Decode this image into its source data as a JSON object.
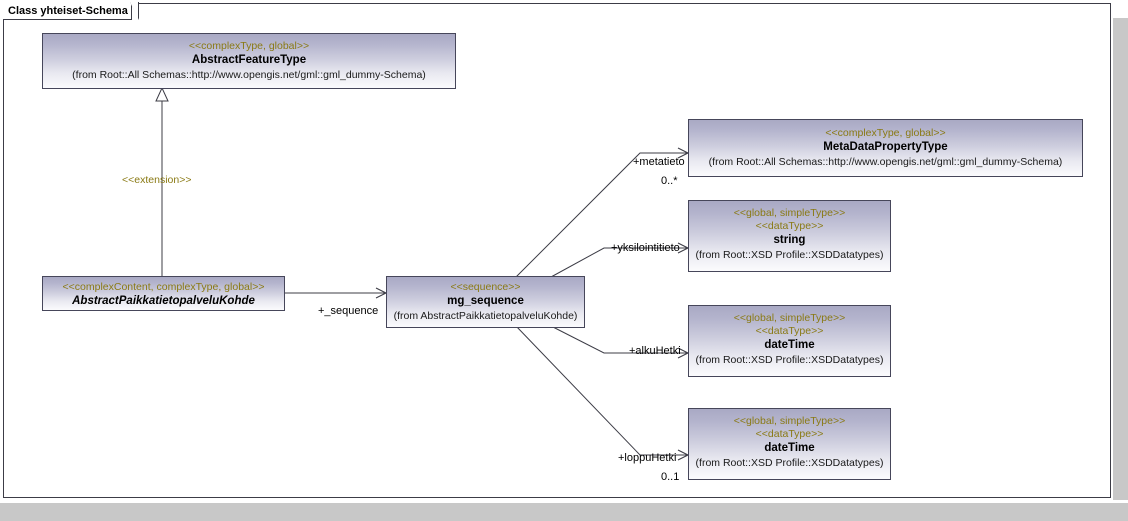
{
  "diagram": {
    "frame_label": "Class yhteiset-Schema",
    "accent_stereotype_color": "#8a7a14",
    "box_border_color": "#46465a",
    "box_fill_top": "#a9a9c4",
    "box_fill_bottom": "#fbfbfd",
    "line_color": "#3c3c46"
  },
  "classes": [
    {
      "id": "abstract-feature-type",
      "stereotypes": [
        "<<complexType, global>>"
      ],
      "name": "AbstractFeatureType",
      "italic": false,
      "from": "(from Root::All Schemas::http://www.opengis.net/gml::gml_dummy-Schema)"
    },
    {
      "id": "meta-data-property-type",
      "stereotypes": [
        "<<complexType, global>>"
      ],
      "name": "MetaDataPropertyType",
      "italic": false,
      "from": "(from Root::All Schemas::http://www.opengis.net/gml::gml_dummy-Schema)"
    },
    {
      "id": "string",
      "stereotypes": [
        "<<global, simpleType>>",
        "<<dataType>>"
      ],
      "name": "string",
      "italic": false,
      "from": "(from Root::XSD Profile::XSDDatatypes)"
    },
    {
      "id": "date-time-alku",
      "stereotypes": [
        "<<global, simpleType>>",
        "<<dataType>>"
      ],
      "name": "dateTime",
      "italic": false,
      "from": "(from Root::XSD Profile::XSDDatatypes)"
    },
    {
      "id": "date-time-loppu",
      "stereotypes": [
        "<<global, simpleType>>",
        "<<dataType>>"
      ],
      "name": "dateTime",
      "italic": false,
      "from": "(from Root::XSD Profile::XSDDatatypes)"
    },
    {
      "id": "abstract-paikkatietopalvelu-kohde",
      "stereotypes": [
        "<<complexContent, complexType, global>>"
      ],
      "name": "AbstractPaikkatietopalveluKohde",
      "italic": true,
      "from": ""
    },
    {
      "id": "mg-sequence",
      "stereotypes": [
        "<<sequence>>"
      ],
      "name": "mg_sequence",
      "italic": false,
      "from": "(from AbstractPaikkatietopalveluKohde)"
    }
  ],
  "relationships": [
    {
      "id": "generalization-extension",
      "kind": "generalization",
      "stereotype": "<<extension>>",
      "role": "",
      "multiplicity": "",
      "source": "abstract-paikkatietopalvelu-kohde",
      "target": "abstract-feature-type"
    },
    {
      "id": "assoc-sequence",
      "kind": "association",
      "stereotype": "",
      "role": "+_sequence",
      "multiplicity": "",
      "source": "abstract-paikkatietopalvelu-kohde",
      "target": "mg-sequence"
    },
    {
      "id": "assoc-metatieto",
      "kind": "association",
      "stereotype": "",
      "role": "+metatieto",
      "multiplicity": "0..*",
      "source": "mg-sequence",
      "target": "meta-data-property-type"
    },
    {
      "id": "assoc-yksilointitieto",
      "kind": "association",
      "stereotype": "",
      "role": "+yksilointitieto",
      "multiplicity": "",
      "source": "mg-sequence",
      "target": "string"
    },
    {
      "id": "assoc-alkuhetki",
      "kind": "association",
      "stereotype": "",
      "role": "+alkuHetki",
      "multiplicity": "",
      "source": "mg-sequence",
      "target": "date-time-alku"
    },
    {
      "id": "assoc-loppuhetki",
      "kind": "association",
      "stereotype": "",
      "role": "+loppuHetki",
      "multiplicity": "0..1",
      "source": "mg-sequence",
      "target": "date-time-loppu"
    }
  ]
}
